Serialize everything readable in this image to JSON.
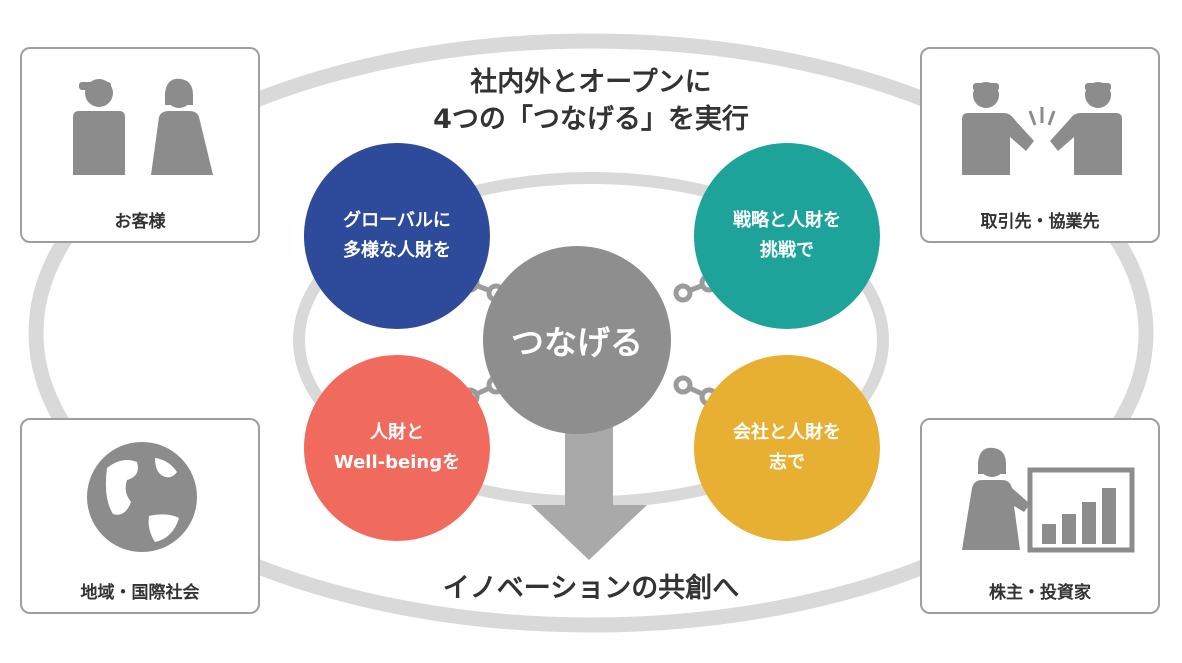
{
  "heading": {
    "line1": "社内外とオープンに",
    "line2": "4つの「つなげる」を実行"
  },
  "center_label": "つなげる",
  "footer_text": "イノベーションの共創へ",
  "bubbles": [
    {
      "text": "グローバルに\n多様な人財を",
      "color": "#2d4a9b"
    },
    {
      "text": "戦略と人財を\n挑戦で",
      "color": "#1ea39b"
    },
    {
      "text": "人財と\nWell-beingを",
      "color": "#f06b5d"
    },
    {
      "text": "会社と人財を\n志で",
      "color": "#e8b032"
    }
  ],
  "stakeholders": [
    {
      "label": "お客様",
      "icon": "customers-icon"
    },
    {
      "label": "取引先・協業先",
      "icon": "business-partners-icon"
    },
    {
      "label": "地域・国際社会",
      "icon": "globe-icon"
    },
    {
      "label": "株主・投資家",
      "icon": "investor-presentation-icon"
    }
  ],
  "colors": {
    "ring": "#d9d9d9",
    "icon": "#8c8c8c",
    "center": "#8e8e8e",
    "arrow": "#a9a9a9",
    "border": "#9e9e9e"
  }
}
